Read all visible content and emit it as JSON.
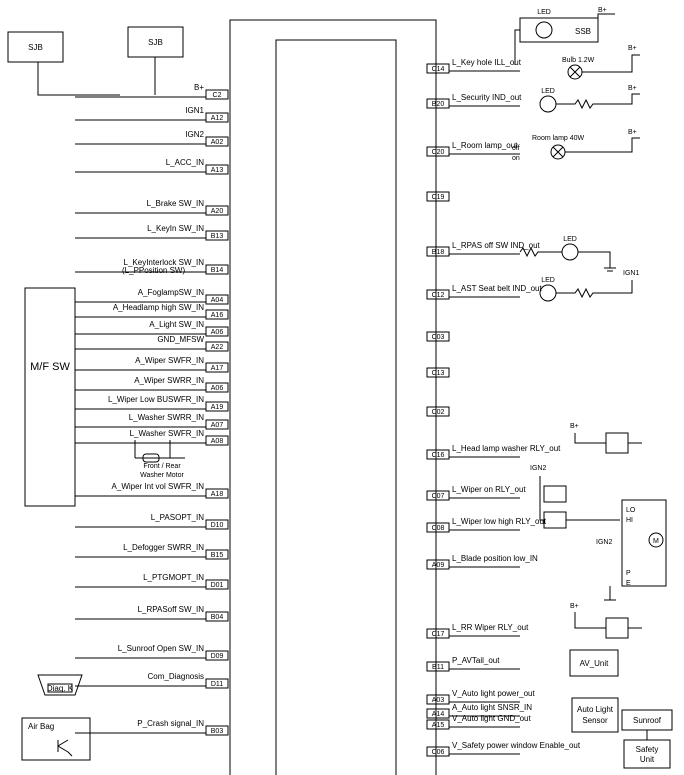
{
  "left_pins": [
    {
      "id": "C2",
      "label": "B+"
    },
    {
      "id": "A12",
      "label": "IGN1"
    },
    {
      "id": "A02",
      "label": "IGN2"
    },
    {
      "id": "A13",
      "label": "L_ACC_IN"
    },
    {
      "id": "A20",
      "label": "L_Brake SW_IN"
    },
    {
      "id": "B13",
      "label": "L_KeyIn SW_IN"
    },
    {
      "id": "B14",
      "label": "L_KeyInterlock SW_IN",
      "label2": "(L_PPosition SW)"
    },
    {
      "id": "A04",
      "label": "A_FoglampSW_IN"
    },
    {
      "id": "A16",
      "label": "A_Headlamp high SW_IN"
    },
    {
      "id": "A06",
      "label": "A_Light SW_IN"
    },
    {
      "id": "A22",
      "label": "GND_MFSW"
    },
    {
      "id": "A17",
      "label": "A_Wiper SWFR_IN"
    },
    {
      "id": "A06",
      "label": "A_Wiper SWRR_IN"
    },
    {
      "id": "A19",
      "label": "L_Wiper Low BUSWFR_IN"
    },
    {
      "id": "A07",
      "label": "L_Washer SWRR_IN"
    },
    {
      "id": "A08",
      "label": "L_Washer SWFR_IN"
    },
    {
      "id": "A18",
      "label": "A_Wiper Int vol SWFR_IN"
    },
    {
      "id": "D10",
      "label": "L_PASOPT_IN"
    },
    {
      "id": "B15",
      "label": "L_Defogger SWRR_IN"
    },
    {
      "id": "D01",
      "label": "L_PTGMOPT_IN"
    },
    {
      "id": "B04",
      "label": "L_RPASoff SW_IN"
    },
    {
      "id": "D09",
      "label": "L_Sunroof Open SW_IN"
    },
    {
      "id": "D11",
      "label": "Com_Diagnosis"
    },
    {
      "id": "B03",
      "label": "P_Crash signal_IN"
    }
  ],
  "right_pins": [
    {
      "id": "C14",
      "label": "L_Key hole ILL_out"
    },
    {
      "id": "B20",
      "label": "L_Security IND_out"
    },
    {
      "id": "C20",
      "label": "L_Room lamp_out"
    },
    {
      "id": "C19",
      "label": ""
    },
    {
      "id": "B18",
      "label": "L_RPAS off SW IND_out"
    },
    {
      "id": "C12",
      "label": "L_AST Seat belt IND_out"
    },
    {
      "id": "C03",
      "label": ""
    },
    {
      "id": "C13",
      "label": ""
    },
    {
      "id": "C02",
      "label": ""
    },
    {
      "id": "C16",
      "label": "L_Head lamp washer RLY_out"
    },
    {
      "id": "C07",
      "label": "L_Wiper on RLY_out"
    },
    {
      "id": "C08",
      "label": "L_Wiper low high RLY_out"
    },
    {
      "id": "A09",
      "label": "L_Blade position low_IN"
    },
    {
      "id": "C17",
      "label": "L_RR Wiper RLY_out"
    },
    {
      "id": "B11",
      "label": "P_AVTail_out"
    },
    {
      "id": "A03",
      "label": "V_Auto light power_out"
    },
    {
      "id": "A14",
      "label": "A_Auto light SNSR_IN"
    },
    {
      "id": "A15",
      "label": "V_Auto light GND_out"
    },
    {
      "id": "C06",
      "label": "V_Safety power window Enable_out"
    }
  ],
  "labels": {
    "sjb": "SJB",
    "bplus": "B+",
    "ign1": "IGN1",
    "ign2": "IGN2",
    "mfsw": "M/F SW",
    "washer_motor_1": "Front / Rear",
    "washer_motor_2": "Washer Motor",
    "diag_k": "Diag. K",
    "airbag": "Air Bag",
    "led": "LED",
    "ssb": "SSB",
    "bulb": "Bulb 1.2W",
    "room_lamp": "Room lamp  40W",
    "off": "off",
    "on": "on",
    "lo": "LO",
    "hi": "HI",
    "p": "P",
    "e": "E",
    "m": "M",
    "av_unit": "AV_Unit",
    "auto_light_1": "Auto Light",
    "auto_light_2": "Sensor",
    "sunroof": "Sunroof",
    "safety_1": "Safety",
    "safety_2": "Unit"
  }
}
